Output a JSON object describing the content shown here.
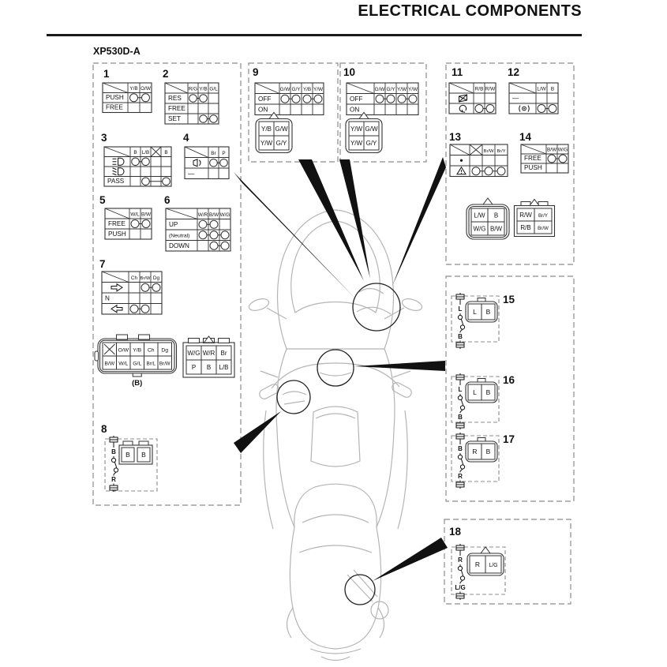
{
  "header": {
    "title": "ELECTRICAL COMPONENTS",
    "model": "XP530D-A"
  },
  "tables": [
    {
      "id": "1",
      "number": "1",
      "columns": [
        "Y/B",
        "O/W"
      ],
      "rows": [
        {
          "label": "PUSH",
          "contacts": [
            [
              0,
              1
            ]
          ]
        },
        {
          "label": "FREE",
          "contacts": []
        }
      ]
    },
    {
      "id": "2",
      "number": "2",
      "columns": [
        "R/G",
        "Y/B",
        "G/L"
      ],
      "rows": [
        {
          "label": "RES",
          "contacts": [
            [
              0,
              1
            ]
          ]
        },
        {
          "label": "FREE",
          "contacts": []
        },
        {
          "label": "SET",
          "contacts": [
            [
              1,
              2
            ]
          ]
        }
      ]
    },
    {
      "id": "3",
      "number": "3",
      "columns": [
        "B",
        "L/B",
        "",
        "B"
      ],
      "crossed_columns": [
        2
      ],
      "rows": [
        {
          "icon": "high-beam-icon",
          "contacts": [
            [
              0,
              1
            ]
          ]
        },
        {
          "icon": "low-beam-icon",
          "contacts": []
        },
        {
          "label": "PASS",
          "contacts": [
            [
              1,
              3
            ]
          ]
        }
      ]
    },
    {
      "id": "4",
      "number": "4",
      "columns": [
        "Br",
        "P"
      ],
      "rows": [
        {
          "icon": "horn-icon",
          "contacts": [
            [
              0,
              1
            ]
          ]
        },
        {
          "label": "—",
          "contacts": []
        }
      ]
    },
    {
      "id": "5",
      "number": "5",
      "columns": [
        "W/L",
        "B/W"
      ],
      "rows": [
        {
          "label": "FREE",
          "contacts": [
            [
              0,
              1
            ]
          ]
        },
        {
          "label": "PUSH",
          "contacts": []
        }
      ]
    },
    {
      "id": "6",
      "number": "6",
      "columns": [
        "W/R",
        "B/W",
        "W/G"
      ],
      "rows": [
        {
          "label": "UP",
          "contacts": [
            [
              0,
              1
            ]
          ]
        },
        {
          "label": "(Neutral)",
          "contacts": [
            [
              0,
              1,
              2
            ]
          ]
        },
        {
          "label": "DOWN",
          "contacts": [
            [
              1,
              2
            ]
          ]
        }
      ]
    },
    {
      "id": "7",
      "number": "7",
      "columns": [
        "Ch",
        "Br/W",
        "Dg"
      ],
      "rows": [
        {
          "icon": "arrow-right-icon",
          "contacts": [
            [
              1,
              2
            ]
          ]
        },
        {
          "label": "N",
          "contacts": []
        },
        {
          "icon": "arrow-left-icon",
          "contacts": [
            [
              0,
              1
            ]
          ]
        }
      ]
    },
    {
      "id": "9",
      "number": "9",
      "columns": [
        "G/W",
        "G/Y",
        "Y/B",
        "Y/W"
      ],
      "rows": [
        {
          "label": "OFF",
          "contacts": [
            [
              0,
              1
            ],
            [
              2,
              3
            ]
          ]
        },
        {
          "label": "ON",
          "contacts": []
        }
      ]
    },
    {
      "id": "10",
      "number": "10",
      "columns": [
        "G/W",
        "G/Y",
        "Y/W",
        "Y/W"
      ],
      "rows": [
        {
          "label": "OFF",
          "contacts": [
            [
              0,
              1
            ],
            [
              2,
              3
            ]
          ]
        },
        {
          "label": "ON",
          "contacts": []
        }
      ]
    },
    {
      "id": "11",
      "number": "11",
      "columns": [
        "R/B",
        "R/W"
      ],
      "rows": [
        {
          "icon": "engine-stop-icon",
          "contacts": []
        },
        {
          "icon": "engine-start-icon",
          "contacts": [
            [
              0,
              1
            ]
          ]
        }
      ]
    },
    {
      "id": "12",
      "number": "12",
      "columns": [
        "L/W",
        "B"
      ],
      "rows": [
        {
          "label": "—",
          "contacts": []
        },
        {
          "icon": "push-symbol-icon",
          "contacts": [
            [
              0,
              1
            ]
          ]
        }
      ]
    },
    {
      "id": "13",
      "number": "13",
      "columns": [
        "",
        "Br/W",
        "Br/Y"
      ],
      "crossed_columns": [
        0
      ],
      "rows": [
        {
          "icon": "dot-icon",
          "contacts": []
        },
        {
          "icon": "hazard-icon",
          "contacts": [
            [
              0,
              1,
              2
            ]
          ]
        }
      ]
    },
    {
      "id": "14",
      "number": "14",
      "columns": [
        "B/W",
        "W/G"
      ],
      "rows": [
        {
          "label": "FREE",
          "contacts": [
            [
              0,
              1
            ]
          ]
        },
        {
          "label": "PUSH",
          "contacts": []
        }
      ]
    }
  ],
  "connectors": [
    {
      "id": "connB",
      "label": "(B)",
      "cells": [
        [
          "",
          "O/W",
          "Y/B",
          "Ch",
          "Dg"
        ],
        [
          "B/W",
          "W/L",
          "G/L",
          "Br/L",
          "Br/W"
        ]
      ],
      "crossed": [
        [
          0,
          0
        ]
      ]
    },
    {
      "id": "connB2",
      "cells": [
        [
          "W/G",
          "W/R",
          "Br"
        ],
        [
          "P",
          "B",
          "L/B"
        ]
      ]
    },
    {
      "id": "conn9",
      "cells": [
        [
          "Y/B",
          "G/W"
        ],
        [
          "Y/W",
          "G/Y"
        ]
      ]
    },
    {
      "id": "conn10",
      "cells": [
        [
          "Y/W",
          "G/W"
        ],
        [
          "Y/W",
          "G/Y"
        ]
      ]
    },
    {
      "id": "conn13a",
      "cells": [
        [
          "L/W",
          "B"
        ],
        [
          "W/G",
          "B/W"
        ]
      ]
    },
    {
      "id": "conn13b",
      "cells": [
        [
          "R/W",
          "Br/Y"
        ],
        [
          "R/B",
          "Br/W"
        ]
      ]
    }
  ],
  "circuits": [
    {
      "id": "8",
      "number": "8",
      "top_wire": "B",
      "bottom_wire": "R",
      "connector_cells": [
        "B",
        "B"
      ]
    },
    {
      "id": "15",
      "number": "15",
      "top_wire": "L",
      "bottom_wire": "B",
      "connector_cells": [
        "L",
        "B"
      ]
    },
    {
      "id": "16",
      "number": "16",
      "top_wire": "L",
      "bottom_wire": "B",
      "connector_cells": [
        "L",
        "B"
      ]
    },
    {
      "id": "17",
      "number": "17",
      "top_wire": "B",
      "bottom_wire": "R",
      "connector_cells": [
        "R",
        "B"
      ]
    },
    {
      "id": "18",
      "number": "18",
      "top_wire": "R",
      "bottom_wire": "L/G",
      "connector_cells": [
        "R",
        "L/G"
      ]
    }
  ]
}
